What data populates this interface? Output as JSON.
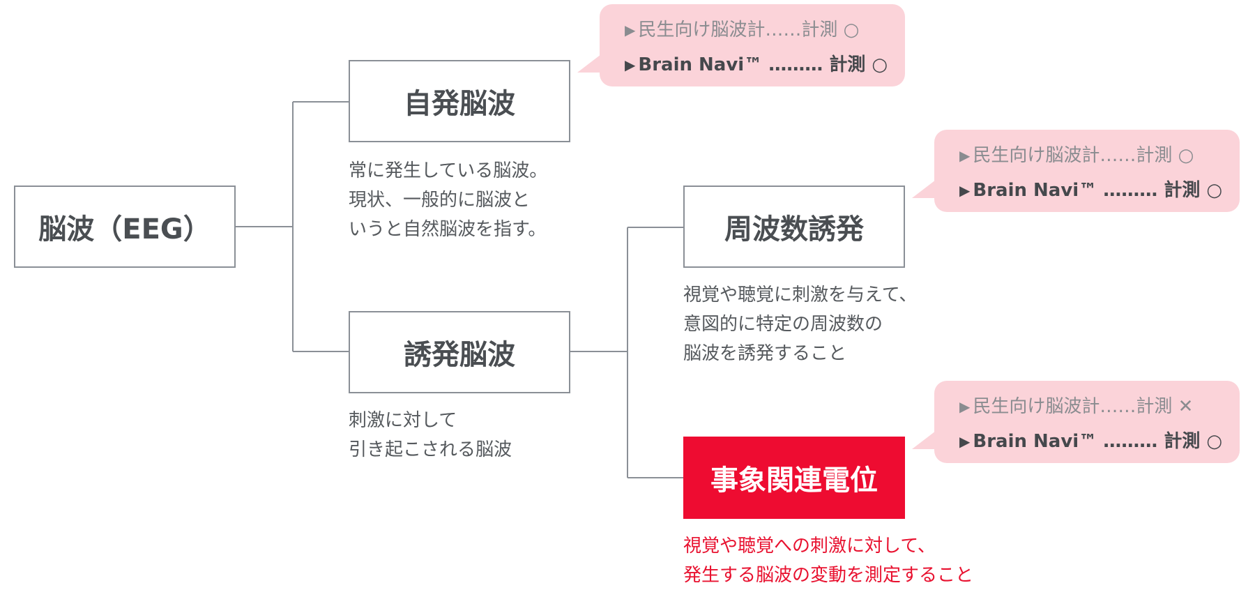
{
  "colors": {
    "line": "#8a8f96",
    "accent": "#ee0c31",
    "bubble": "#fbd3d9",
    "text": "#4a4e52"
  },
  "nodes": {
    "root": {
      "label": "脳波（EEG）"
    },
    "spontaneous": {
      "label": "自発脳波",
      "desc": [
        "常に発生している脳波。",
        "現状、一般的に脳波と",
        "いうと自然脳波を指す。"
      ]
    },
    "evoked": {
      "label": "誘発脳波",
      "desc": [
        "刺激に対して",
        "引き起こされる脳波"
      ]
    },
    "frequency": {
      "label": "周波数誘発",
      "desc": [
        "視覚や聴覚に刺激を与えて、",
        "意図的に特定の周波数の",
        "脳波を誘発すること"
      ]
    },
    "erp": {
      "label": "事象関連電位",
      "desc": [
        "視覚や聴覚への刺激に対して、",
        "発生する脳波の変動を測定すること"
      ]
    }
  },
  "bubbles": {
    "spontaneous": {
      "consumer": "民生向け脳波計……計測 ○",
      "navi": "Brain Navi™ ……… 計測 ○"
    },
    "frequency": {
      "consumer": "民生向け脳波計……計測 ○",
      "navi": "Brain Navi™ ……… 計測 ○"
    },
    "erp": {
      "consumer": "民生向け脳波計……計測 ✕",
      "navi": "Brain Navi™ ……… 計測 ○"
    }
  },
  "icons": {
    "arrow": "▶"
  }
}
